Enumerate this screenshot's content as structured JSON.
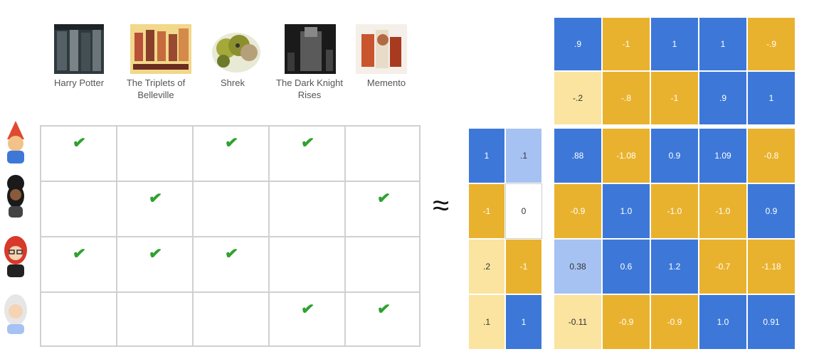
{
  "colors": {
    "blue": "#3d78d8",
    "gold": "#e9b22e",
    "light_blue": "#a6c2f2",
    "pale_yellow": "#fbe3a0",
    "white": "#ffffff",
    "check": "#2fa12f"
  },
  "movies": [
    {
      "title": "Harry Potter",
      "poster_icon": "harry-potter-poster"
    },
    {
      "title": "The Triplets of Belleville",
      "poster_icon": "triplets-poster"
    },
    {
      "title": "Shrek",
      "poster_icon": "shrek-poster"
    },
    {
      "title": "The Dark Knight Rises",
      "poster_icon": "dark-knight-poster"
    },
    {
      "title": "Memento",
      "poster_icon": "memento-poster"
    }
  ],
  "users": [
    {
      "avatar": "user-avatar-red-hat"
    },
    {
      "avatar": "user-avatar-dark-hair"
    },
    {
      "avatar": "user-avatar-red-hair-glasses"
    },
    {
      "avatar": "user-avatar-white-hair"
    }
  ],
  "ratings": [
    [
      true,
      false,
      true,
      true,
      false
    ],
    [
      false,
      true,
      false,
      false,
      true
    ],
    [
      true,
      true,
      true,
      false,
      false
    ],
    [
      false,
      false,
      false,
      true,
      true
    ]
  ],
  "check_symbol": "✔",
  "approx_symbol": "≈",
  "movie_embeddings": {
    "rows": [
      [
        {
          "v": ".9",
          "c": "blue"
        },
        {
          "v": "-1",
          "c": "gold"
        },
        {
          "v": "1",
          "c": "blue"
        },
        {
          "v": "1",
          "c": "blue"
        },
        {
          "v": "-.9",
          "c": "gold"
        }
      ],
      [
        {
          "v": "-.2",
          "c": "pale_yellow"
        },
        {
          "v": "-.8",
          "c": "gold"
        },
        {
          "v": "-1",
          "c": "gold"
        },
        {
          "v": ".9",
          "c": "blue"
        },
        {
          "v": "1",
          "c": "blue"
        }
      ]
    ]
  },
  "user_embeddings": {
    "rows": [
      [
        {
          "v": "1",
          "c": "blue"
        },
        {
          "v": ".1",
          "c": "light_blue"
        }
      ],
      [
        {
          "v": "-1",
          "c": "gold"
        },
        {
          "v": "0",
          "c": "white"
        }
      ],
      [
        {
          "v": ".2",
          "c": "pale_yellow"
        },
        {
          "v": "-1",
          "c": "gold"
        }
      ],
      [
        {
          "v": ".1",
          "c": "pale_yellow"
        },
        {
          "v": "1",
          "c": "blue"
        }
      ]
    ]
  },
  "product_matrix": {
    "rows": [
      [
        {
          "v": ".88",
          "c": "blue"
        },
        {
          "v": "-1.08",
          "c": "gold"
        },
        {
          "v": "0.9",
          "c": "blue"
        },
        {
          "v": "1.09",
          "c": "blue"
        },
        {
          "v": "-0.8",
          "c": "gold"
        }
      ],
      [
        {
          "v": "-0.9",
          "c": "gold"
        },
        {
          "v": "1.0",
          "c": "blue"
        },
        {
          "v": "-1.0",
          "c": "gold"
        },
        {
          "v": "-1.0",
          "c": "gold"
        },
        {
          "v": "0.9",
          "c": "blue"
        }
      ],
      [
        {
          "v": "0.38",
          "c": "light_blue"
        },
        {
          "v": "0.6",
          "c": "blue"
        },
        {
          "v": "1.2",
          "c": "blue"
        },
        {
          "v": "-0.7",
          "c": "gold"
        },
        {
          "v": "-1.18",
          "c": "gold"
        }
      ],
      [
        {
          "v": "-0.11",
          "c": "pale_yellow"
        },
        {
          "v": "-0.9",
          "c": "gold"
        },
        {
          "v": "-0.9",
          "c": "gold"
        },
        {
          "v": "1.0",
          "c": "blue"
        },
        {
          "v": "0.91",
          "c": "blue"
        }
      ]
    ]
  }
}
